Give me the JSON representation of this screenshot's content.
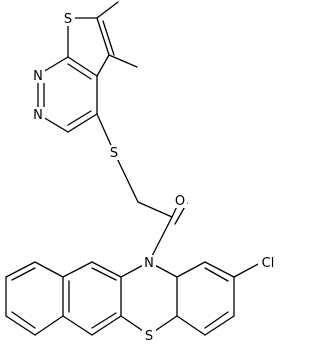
{
  "molecule": {
    "atoms": {
      "s_thiophene": "S",
      "n1": "N",
      "n2": "N",
      "s_thioether": "S",
      "o": "O",
      "n_phenothiazine": "N",
      "s_phenothiazine": "S",
      "cl": "Cl"
    }
  }
}
